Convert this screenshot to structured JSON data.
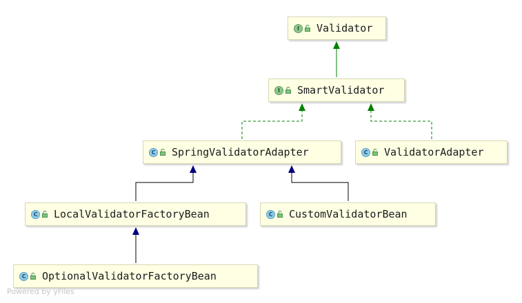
{
  "diagram": {
    "nodes": [
      {
        "id": "validator",
        "label": "Validator",
        "kind": "interface",
        "kind_letter": "I"
      },
      {
        "id": "smart-validator",
        "label": "SmartValidator",
        "kind": "interface",
        "kind_letter": "I"
      },
      {
        "id": "spring-validator-adapter",
        "label": "SpringValidatorAdapter",
        "kind": "class",
        "kind_letter": "C"
      },
      {
        "id": "validator-adapter",
        "label": "ValidatorAdapter",
        "kind": "class",
        "kind_letter": "C"
      },
      {
        "id": "local-validator-factory-bean",
        "label": "LocalValidatorFactoryBean",
        "kind": "class",
        "kind_letter": "C"
      },
      {
        "id": "custom-validator-bean",
        "label": "CustomValidatorBean",
        "kind": "class",
        "kind_letter": "C"
      },
      {
        "id": "optional-validator-factory-bean",
        "label": "OptionalValidatorFactoryBean",
        "kind": "class",
        "kind_letter": "C"
      }
    ],
    "edges": [
      {
        "from": "smart-validator",
        "to": "validator",
        "type": "extends"
      },
      {
        "from": "spring-validator-adapter",
        "to": "smart-validator",
        "type": "implements"
      },
      {
        "from": "validator-adapter",
        "to": "smart-validator",
        "type": "implements"
      },
      {
        "from": "local-validator-factory-bean",
        "to": "spring-validator-adapter",
        "type": "extends"
      },
      {
        "from": "custom-validator-bean",
        "to": "spring-validator-adapter",
        "type": "extends"
      },
      {
        "from": "optional-validator-factory-bean",
        "to": "local-validator-factory-bean",
        "type": "extends"
      }
    ],
    "colors": {
      "interface_extends": "#008000",
      "class_extends": "#000080",
      "implements": "#008000",
      "node_fill": "#ffffe4",
      "node_border": "#d6d6b4"
    }
  },
  "watermark": "Powered by yFiles"
}
